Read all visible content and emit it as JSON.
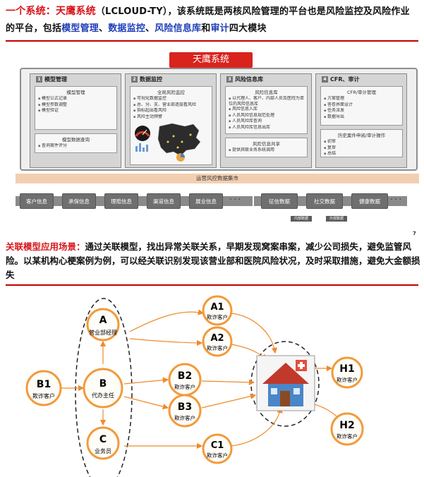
{
  "slide1": {
    "heading": {
      "lead": "一个系统：天鹰系统",
      "part1": "（LCLOUD-TY），该系统既是两核风险管理的平台也是风险监控及风险作业的平台，包括",
      "mod1": "模型管理",
      "sep": "、",
      "mod2": "数据监控",
      "mod3": "风险信息库",
      "conj": "和",
      "mod4": "审计",
      "tail": "四大模块"
    },
    "banner": "天鹰系统",
    "modules": [
      {
        "num": "1",
        "title": "模型管理",
        "box1_title": "模型管理",
        "box1_items": [
          "模型公式记录",
          "模型参数调整",
          "模型验证"
        ],
        "box2_title": "模型数据查询",
        "box2_items": [
          "查询案件评分"
        ]
      },
      {
        "num": "2",
        "title": "数据监控",
        "box1_title": "全局风险监控",
        "box1_items": [
          "可视化数据监控",
          "总、分、支、营业部逐层看风险",
          "指标超出看风险",
          "风险主动预警"
        ]
      },
      {
        "num": "3",
        "title": "风险信息库",
        "box1_title": "风险信息库",
        "box1_items": [
          "以代理人、客户、内部人员及医院为单位的风险信息库",
          "风险信息入库",
          "人员风险信息规范处理",
          "人员风险库查询",
          "人员风险库信息出库"
        ],
        "box2_title": "风险信息共享",
        "box2_items": [
          "提供其联业务系统调用"
        ]
      },
      {
        "num": "4",
        "title": "CFR、审计",
        "box1_title": "CFR/审计管理",
        "box1_items": [
          "方案管理",
          "答卷界面设计",
          "任务派发",
          "数据导出"
        ],
        "box2_title": "历史案件申阅/审计操作",
        "box2_items": [
          "初审",
          "复审",
          "总结"
        ]
      }
    ],
    "data_mart": "运营风控数据集市",
    "sources": [
      "客户信息",
      "承保信息",
      "理赔信息",
      "渠道信息",
      "展业信息",
      "征信数据",
      "社交数据",
      "健康数据"
    ],
    "dots": "···",
    "legend": [
      "内部数据",
      "外部数据"
    ],
    "page_number": "7"
  },
  "slide2": {
    "heading": {
      "lead": "关联模型应用场景：",
      "body": "通过关联模型，找出异常关联关系，早期发现窝案串案，减少公司损失，避免监管风险。以某机构心梗案例为例，可以经关联识别发现该营业部和医院风险状况，及时采取措施，避免大金额损失"
    },
    "nodes": [
      {
        "id": "A",
        "label": "营业部经理"
      },
      {
        "id": "B",
        "label": "代办主任"
      },
      {
        "id": "C",
        "label": "业务员"
      },
      {
        "id": "B1",
        "label": "欺诈客户"
      },
      {
        "id": "A1",
        "label": "欺诈客户"
      },
      {
        "id": "A2",
        "label": "欺诈客户"
      },
      {
        "id": "B2",
        "label": "欺诈客户"
      },
      {
        "id": "B3",
        "label": "欺诈客户"
      },
      {
        "id": "C1",
        "label": "欺诈客户"
      },
      {
        "id": "H1",
        "label": "欺诈客户"
      },
      {
        "id": "H2",
        "label": "欺诈客户"
      }
    ],
    "colors": {
      "node_border": "#f29a3b",
      "node_fill": "#fffdf8",
      "arrow": "#f08a2c",
      "id_text": "#000000"
    }
  }
}
